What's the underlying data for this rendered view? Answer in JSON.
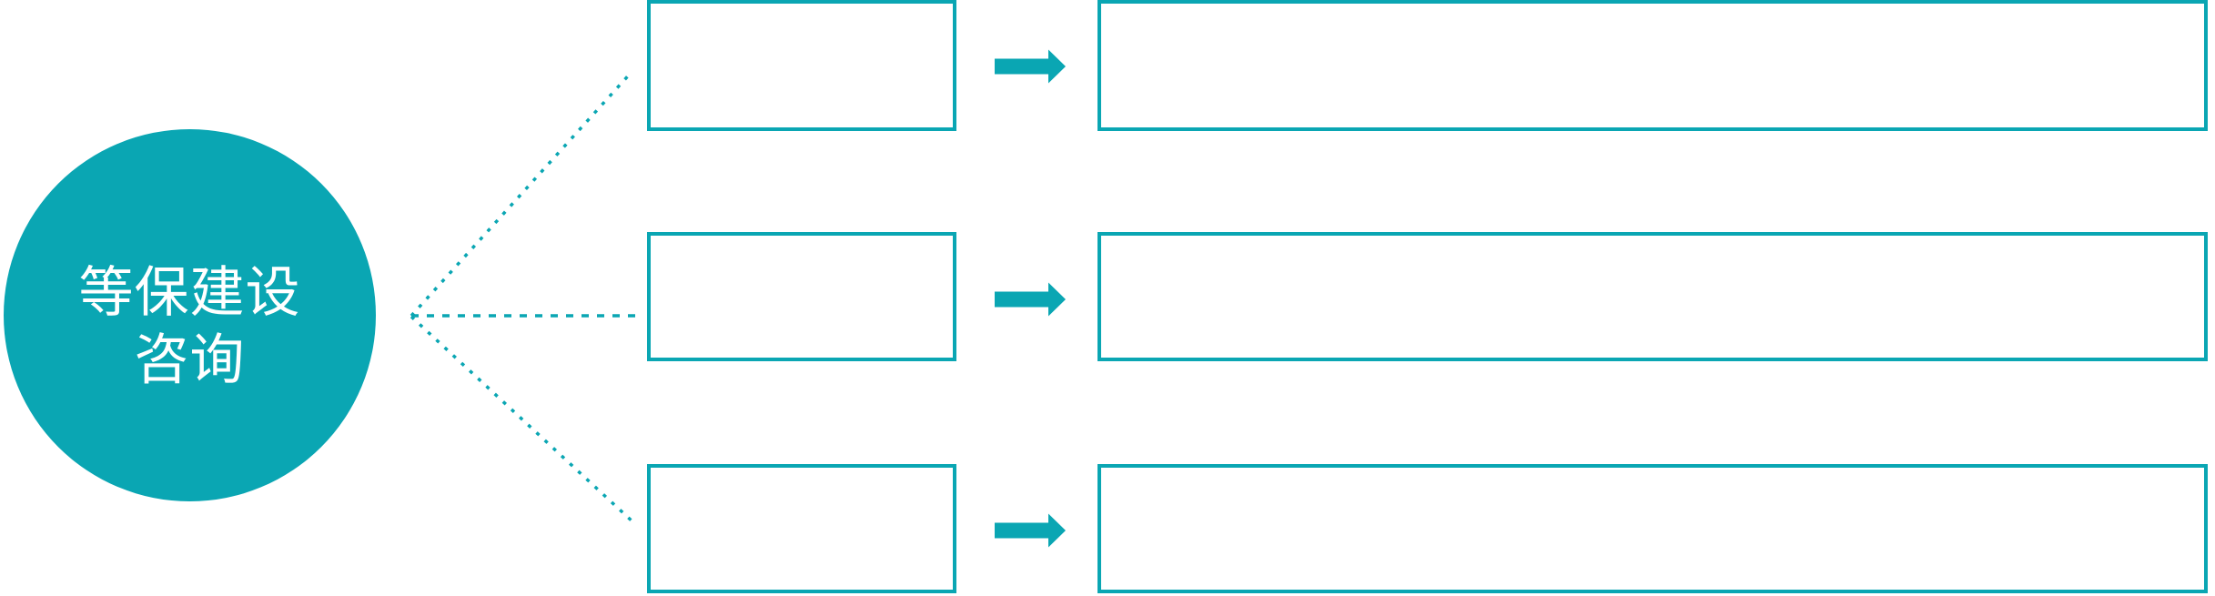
{
  "diagram": {
    "circle": {
      "label_line1": "等保建设",
      "label_line2": "咨询"
    },
    "rows": [
      {
        "small_box_text": "",
        "large_box_text": ""
      },
      {
        "small_box_text": "",
        "large_box_text": ""
      },
      {
        "small_box_text": "",
        "large_box_text": ""
      }
    ],
    "icons": {
      "arrow": "arrow-right-icon",
      "connector": "dotted-line"
    },
    "colors": {
      "teal": "#0aa6b3",
      "box_fill": "#ffffff",
      "text_on_teal": "#ffffff"
    }
  }
}
